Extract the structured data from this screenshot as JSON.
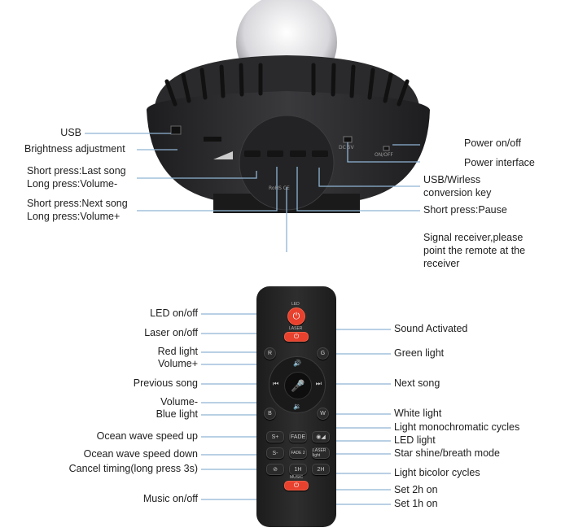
{
  "device": {
    "left_labels": [
      {
        "text": "USB"
      },
      {
        "text": "Brightness adjustment"
      },
      {
        "text": "Short press:Last song"
      },
      {
        "text": "Long press:Volume-"
      },
      {
        "text": "Short press:Next song"
      },
      {
        "text": "Long press:Volume+"
      }
    ],
    "right_labels": [
      {
        "text": "Power on/off"
      },
      {
        "text": "Power interface"
      },
      {
        "text": "USB/Wirless"
      },
      {
        "text": "conversion key"
      },
      {
        "text": "Short press:Pause"
      },
      {
        "text": "Signal receiver,please"
      },
      {
        "text": "point the remote at the"
      },
      {
        "text": "receiver"
      }
    ],
    "panel_text": {
      "dc": "DC 5V",
      "cert": "RoHS CE",
      "power": "ON/OFF"
    }
  },
  "remote": {
    "left_labels": [
      {
        "text": "LED on/off"
      },
      {
        "text": "Laser on/off"
      },
      {
        "text": "Red light"
      },
      {
        "text": "Volume+"
      },
      {
        "text": "Previous song"
      },
      {
        "text": "Volume-"
      },
      {
        "text": "Blue light"
      },
      {
        "text": "Ocean wave speed up"
      },
      {
        "text": "Ocean wave speed down"
      },
      {
        "text": "Cancel timing(long press 3s)"
      },
      {
        "text": "Music on/off"
      }
    ],
    "right_labels": [
      {
        "text": "Sound Activated"
      },
      {
        "text": "Green light"
      },
      {
        "text": "Next song"
      },
      {
        "text": "White light"
      },
      {
        "text": "Light monochromatic cycles"
      },
      {
        "text": "LED light"
      },
      {
        "text": "Star shine/breath mode"
      },
      {
        "text": "Light bicolor cycles"
      },
      {
        "text": "Set 2h on"
      },
      {
        "text": "Set 1h on"
      }
    ],
    "buttons": {
      "led": "LED",
      "laser": "LASER",
      "r": "R",
      "g": "G",
      "b": "B",
      "w": "W",
      "s_plus": "S+",
      "s_minus": "S-",
      "fade": "FADE",
      "fade2": "FADE 2",
      "laser_light": "LASER light",
      "h1": "1H",
      "h2": "2H",
      "music": "MUSIC"
    }
  },
  "colors": {
    "line": "#8fb4d4",
    "red_button": "#e8412e",
    "device": "#2b2b2d"
  }
}
